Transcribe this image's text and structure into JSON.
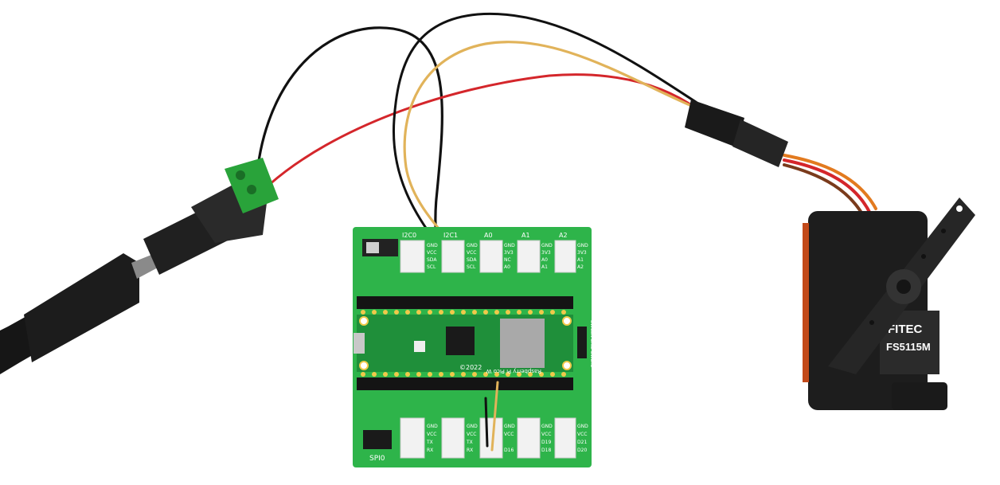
{
  "colors": {
    "background": "#ffffff",
    "pcb_green": "#2eb44a",
    "pico_green": "#1f8f3a",
    "wire_black": "#111111",
    "wire_red": "#d4262b",
    "wire_yellow": "#e1b35a",
    "wire_orange": "#e27a1f",
    "wire_brown": "#7a3b1c",
    "terminal_green": "#29a33a",
    "servo_body": "#1d1d1d"
  },
  "board": {
    "grove_top": [
      {
        "header": "I2C0",
        "pins": [
          "GND",
          "VCC",
          "SDA",
          "SCL"
        ]
      },
      {
        "header": "I2C1",
        "pins": [
          "GND",
          "VCC",
          "SDA",
          "SCL"
        ]
      },
      {
        "header": "A0",
        "pins": [
          "GND",
          "3V3",
          "NC",
          "A0"
        ]
      },
      {
        "header": "A1",
        "pins": [
          "GND",
          "3V3",
          "A0",
          "A1"
        ]
      },
      {
        "header": "A2",
        "pins": [
          "GND",
          "3V3",
          "A1",
          "A2"
        ]
      }
    ],
    "grove_bottom": [
      {
        "pins": [
          "GND",
          "VCC",
          "TX",
          "RX"
        ]
      },
      {
        "pins": [
          "GND",
          "VCC",
          "TX",
          "RX"
        ]
      },
      {
        "pins": [
          "GND",
          "VCC",
          "D16"
        ]
      },
      {
        "pins": [
          "GND",
          "VCC",
          "D19",
          "D18"
        ]
      },
      {
        "pins": [
          "GND",
          "VCC",
          "D21",
          "D20"
        ]
      }
    ],
    "spi_label": "SPI0",
    "pico_text": "Raspberry Pi Pico W",
    "pico_year": "©2022",
    "side_label": "SWCLK GND SWDIO"
  },
  "servo": {
    "brand": "FITEC",
    "model": "FS5115M"
  }
}
